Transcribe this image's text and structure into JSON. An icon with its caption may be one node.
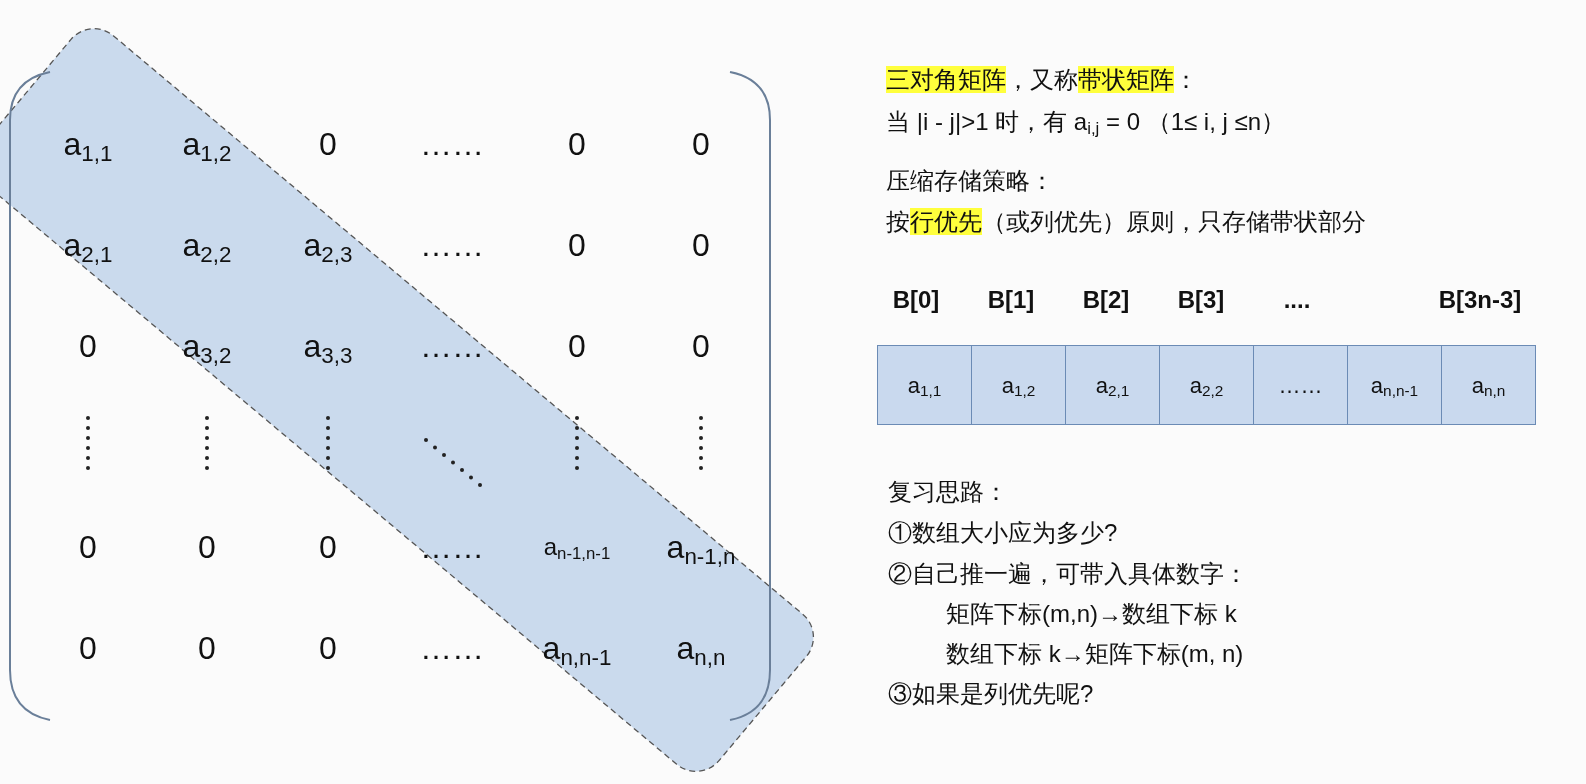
{
  "diagram": {
    "nodes": [
      {
        "text": [
          "a$_{1,1}$"
        ]
      },
      {
        "text": [
          "a$_{1,2}$"
        ]
      },
      {
        "text": [
          "a$_{2,1}$"
        ]
      },
      {
        "text": [
          "a$_{2,2}$"
        ]
      },
      {
        "text": [
          "……"
        ]
      },
      {
        "text": [
          "a$_{n,n-1}$"
        ]
      },
      {
        "text": [
          "a$_{n,n}$"
        ]
      }
    ],
    "labels": [
      "a$_{1,1}$",
      "a$_{1,2}$",
      "0",
      "……",
      "0",
      "0",
      "a$_{2,1}$",
      "a$_{2,2}$",
      "a$_{2,3}$",
      "……",
      "0",
      "0",
      "0",
      "a$_{3,2}$",
      "a$_{3,3}$",
      "……",
      "0",
      "0",
      "0",
      "0",
      "0",
      "……",
      "a$_{n-1,n-1}$",
      "a$_{n-1,n}$",
      "0",
      "0",
      "0",
      "……",
      "a$_{n,n-1}$",
      "a$_{n,n}$",
      "**三对角矩阵**，又称**带状矩阵**：",
      "当 |i - j|>1 时，有 a$_{i,j}$ = 0 （1≤ i, j ≤n）",
      "压缩存储策略：",
      "按**行优先**（或列优先）原则，只存储带状部分",
      "B[0]",
      "B[1]",
      "B[2]",
      "B[3]",
      "....",
      "B[3n-3]",
      "复习思路：",
      "①数组大小应为多少?",
      "②自己推一遍，可带入具体数字：",
      "矩阵下标(m,n)→数组下标 k",
      "数组下标 k→矩阵下标(m, n)",
      "③如果是列优先呢?"
    ]
  }
}
